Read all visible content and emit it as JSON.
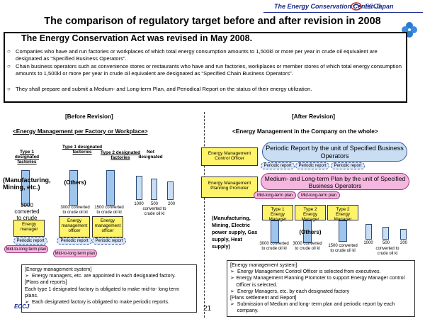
{
  "header": {
    "org_name": "The Energy Conservation Center Japan",
    "logo": "ECCJ",
    "title": "The comparison of regulatory target before and after revision in 2008"
  },
  "act": {
    "title": "The Energy Conservation Act was revised in May 2008.",
    "bullets": [
      "Companies who have and  run factories or workplaces of which total energy consumption amounts to 1,500kl or more per year in crude oil equivalent are  designated as “Specified Business Operators”.",
      "Chain business operators such as convenience stores or restaurants who have and  run  factories, workplaces or member stores of which total energy consumption amounts to 1,500kl or more per year in crude oil equivalent are  designated as “Specified Chain Business Operators”.",
      "They shall prepare and submit a Medium-  and  Long-term Plan, and  Periodical Report on the status of their energy utilization."
    ]
  },
  "before": {
    "heading": "[Before Revision]",
    "subheading": "<Energy Management per  Factory or Workplace>",
    "cat_type1": "Type 1 designated factories",
    "cat_type1b": "Type 1 designated factories",
    "cat_type2": "Type 2 designated factories",
    "cat_not": "Not designated",
    "manufacturing": "(Manufacturing, Mining, etc.)",
    "others": "(Others)",
    "converted_big": "3000 converted to crude oil",
    "converted_3000": "3000 converted to crude oil kl",
    "converted_1500": "1500 converted to crude oil kl",
    "n1000": "1000",
    "n500": "500",
    "n200": "200",
    "converted_small": "converted to crude oil kl",
    "roles": [
      "Energy manager",
      "Energy management officer",
      "Energy management officer"
    ],
    "periodic_report": "Periodic report",
    "plan": "Mid-to-long term plan",
    "system": {
      "h1": "[Energy management system]",
      "b1": "Energy managers, etc. are appointed in each designated factory.",
      "h2": "[Plans and reports]",
      "l1": "Each type 1 designated factory is obligated to make mid-to- long term plans.",
      "b2": "Each designated factory is obligated to make periodic reports."
    }
  },
  "after": {
    "heading": "[After Revision]",
    "subheading": "<Energy Management in the Company on the whole>",
    "periodic_banner": "Periodic Report by the unit of Specified Business Operators",
    "plan_banner": "Medium- and  Long-term Plan by the unit of Specified Business Operators",
    "control_officer": "Energy Management Control  Officer",
    "planning_promoter": "Energy Management Planning Promoter",
    "periodic_report": "Periodic report",
    "mid_plan": "Mid-long-term plan",
    "roles": [
      "Type 1 Energy Manager",
      "Type 2 Energy Manager",
      "Type 2 Energy Manager"
    ],
    "manufacturing": "(Manufacturing, Mining, Electric  power supply, Gas supply, Heat supply)",
    "others": "(Others)",
    "converted_3000a": "3000 converted to crude oil kl",
    "converted_3000b": "3000 converted to crude oil kl",
    "converted_1500": "1500 converted to crude oil kl",
    "n1000": "1000",
    "n500": "500",
    "n200": "200",
    "converted_small": "converted to crude oil kl",
    "system": {
      "h1": "[Energy management system]",
      "b1": "Energy Management Control  Officer  is  selected from  executives.",
      "b2": "Energy Management Planning Promoter to support Energy Manager control Officer is selected.",
      "b3": "Energy Managers, etc. by each designated factory",
      "h2": "[Plans settlement and Report]",
      "b4": "Submission of Medium and  long- term plan and periodic report by each company."
    }
  },
  "footer": {
    "page": "21",
    "logo": "ECCJ"
  }
}
